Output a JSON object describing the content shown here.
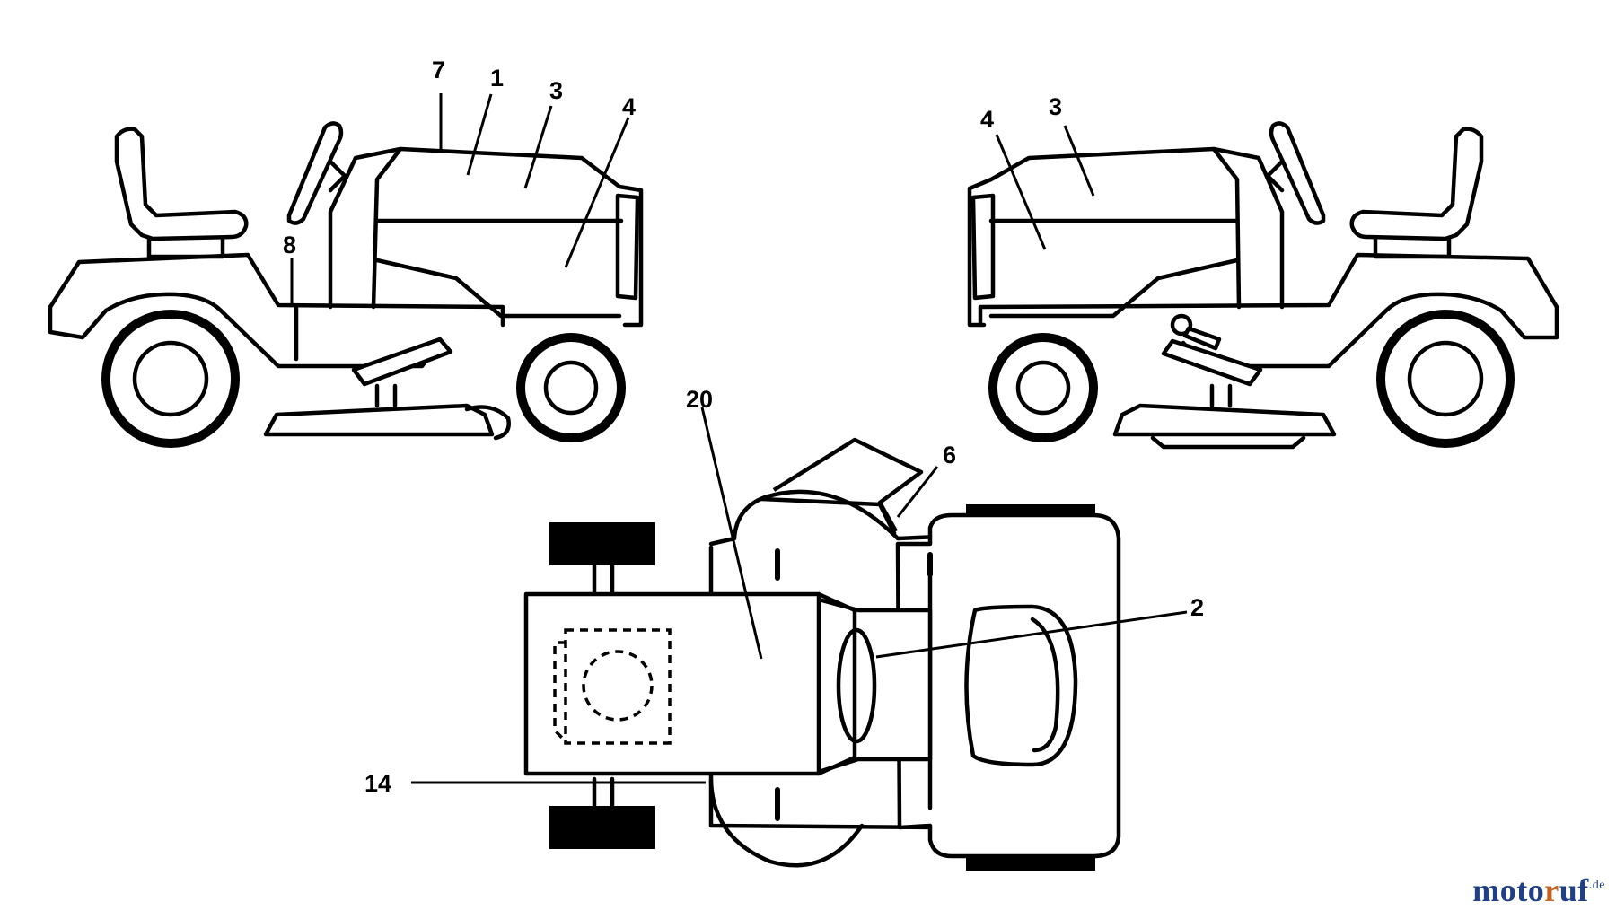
{
  "callouts": {
    "left_7": "7",
    "left_1": "1",
    "left_3": "3",
    "left_4": "4",
    "left_8": "8",
    "right_4": "4",
    "right_3": "3",
    "top_20": "20",
    "top_6": "6",
    "top_2": "2",
    "top_14": "14"
  },
  "watermark": {
    "part1": "moto",
    "part2": "r",
    "part3": "uf",
    "suffix": ".de"
  },
  "colors": {
    "line": "#000000",
    "background": "#ffffff",
    "watermark_blue": "#1f3f86",
    "watermark_orange": "#c9611c"
  }
}
